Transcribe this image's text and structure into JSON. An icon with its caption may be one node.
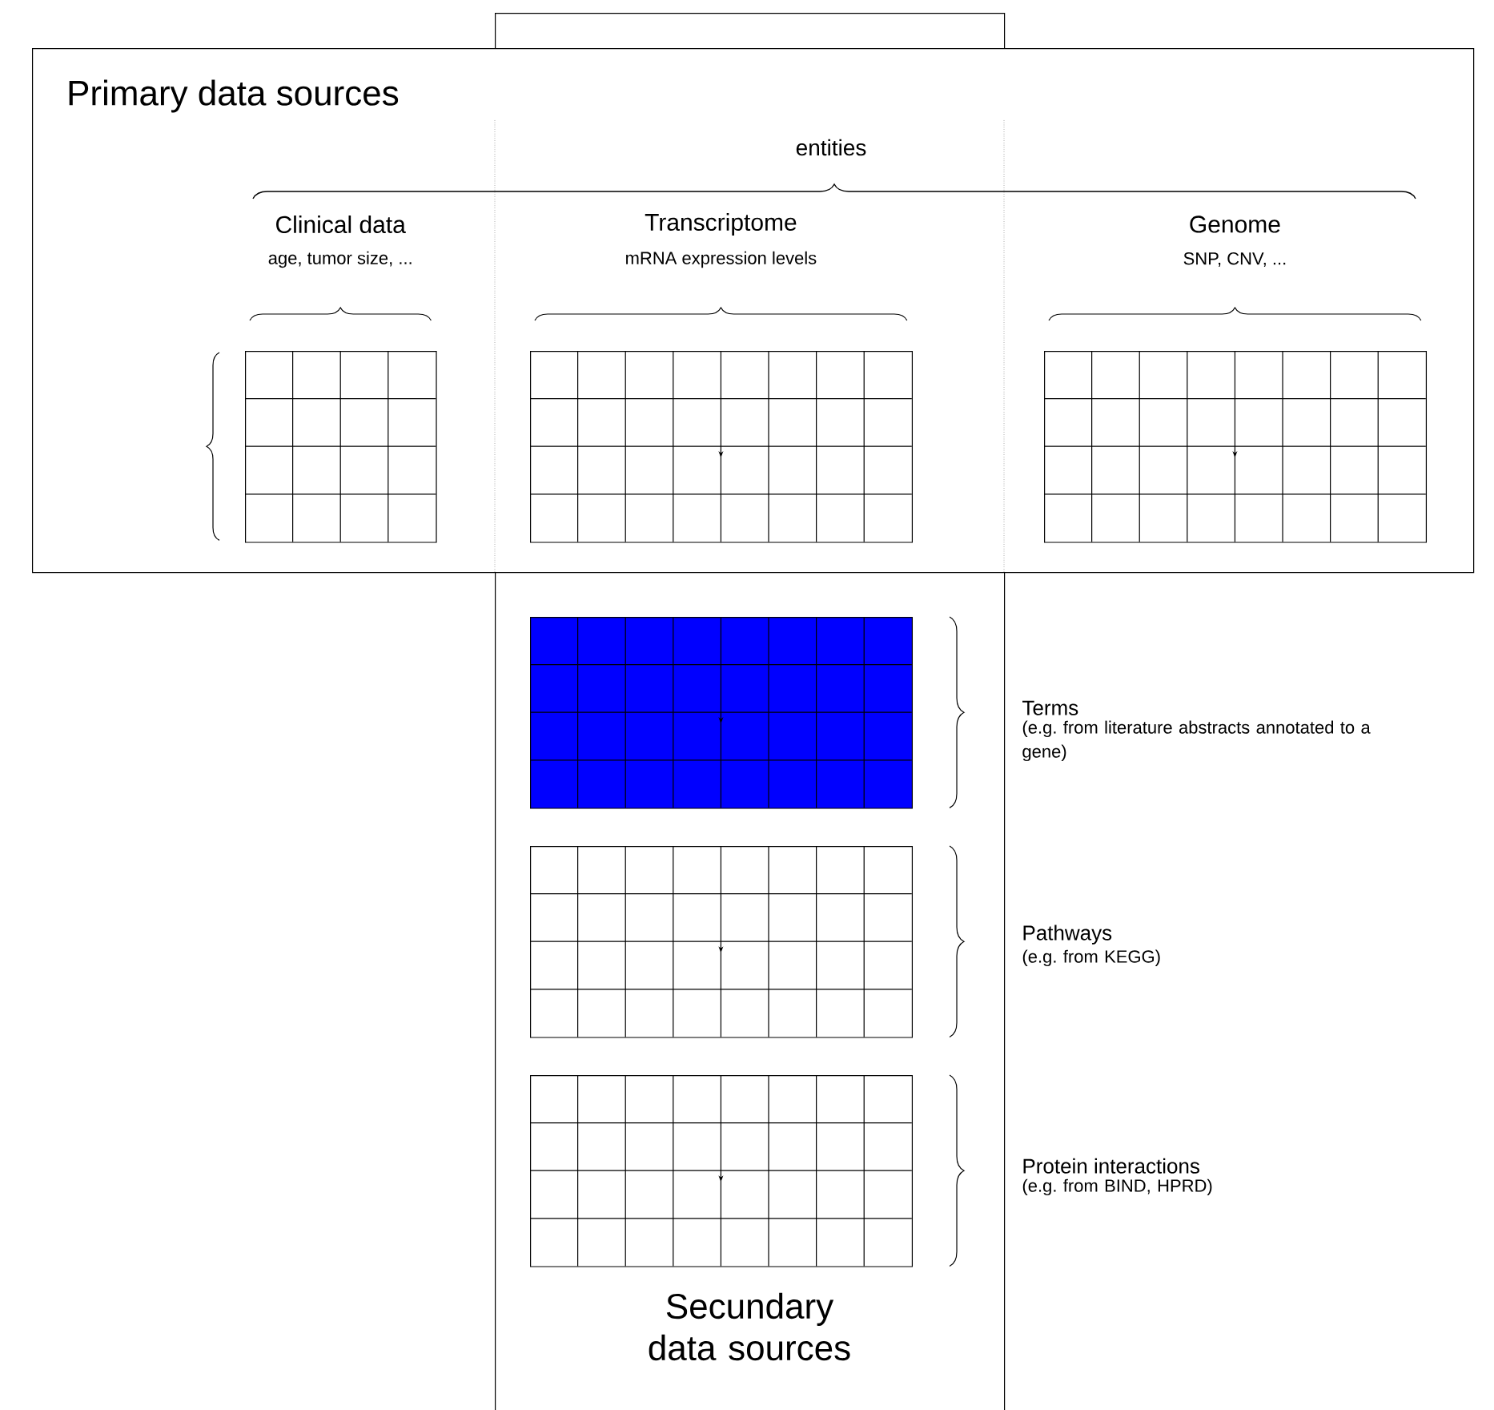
{
  "diagram": {
    "nodes": [
      {
        "text": [
          "Primary data sources"
        ]
      },
      {
        "text": [
          "Secundary data sources"
        ]
      },
      {
        "text": [],
        "shape": "grid",
        "in": 0,
        "beside": [
          "Clinical data",
          "age, tumor size, ..."
        ]
      },
      {
        "text": [],
        "shape": "grid",
        "beside": [
          "Transcriptome",
          "mRNA expression levels"
        ]
      },
      {
        "text": [],
        "shape": "grid",
        "in": 0,
        "beside": [
          "Genome",
          "SNP, CNV, ..."
        ]
      },
      {
        "text": [],
        "shape": "grid",
        "in": 1,
        "beside": [
          "Terms",
          "(e.g. from literature abstracts annotated to a gene)"
        ]
      },
      {
        "text": [],
        "shape": "grid",
        "in": 1,
        "beside": [
          "Pathways",
          "(e.g. from KEGG)"
        ]
      },
      {
        "text": [],
        "shape": "grid",
        "in": 1,
        "beside": [
          "Protein interactions",
          "(e.g. from BIND, HPRD)"
        ]
      }
    ],
    "edges": [],
    "labels": [
      "entities"
    ]
  }
}
